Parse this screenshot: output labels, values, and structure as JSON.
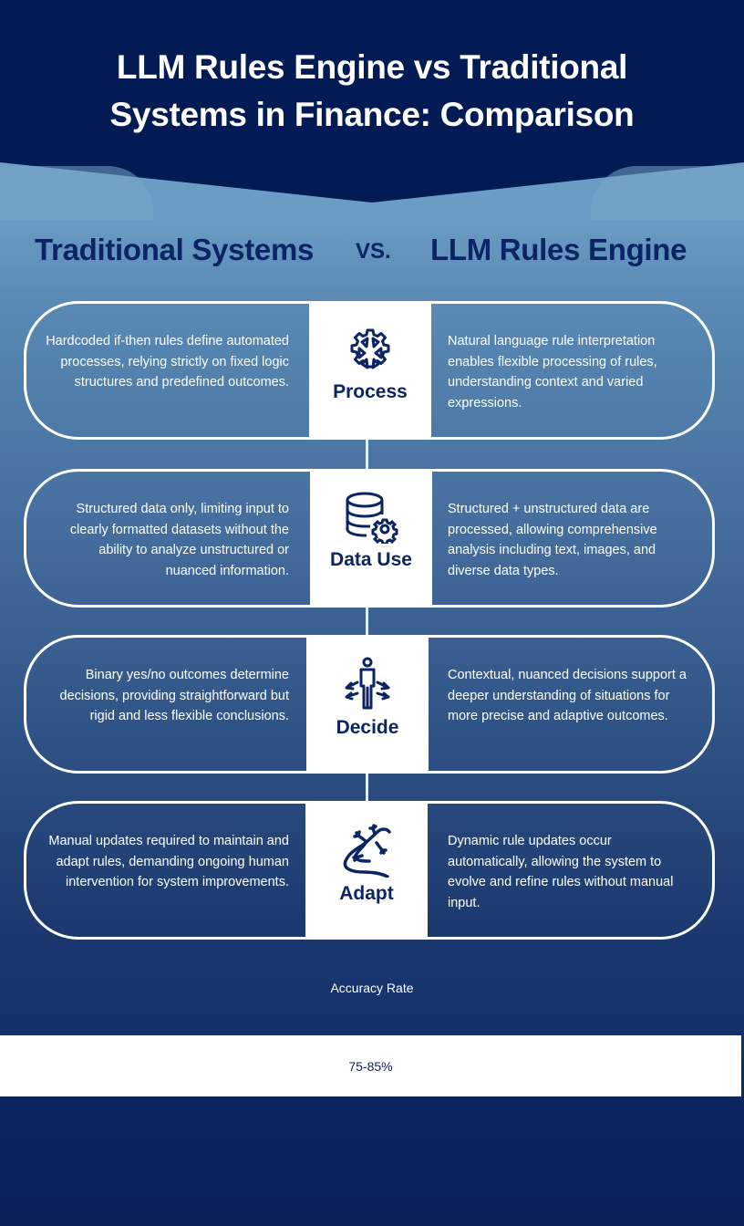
{
  "header": {
    "title_line1": "LLM Rules Engine vs Traditional",
    "title_line2": "Systems in Finance: Comparison"
  },
  "columns": {
    "left": "Traditional Systems",
    "vs": "VS.",
    "right": "LLM Rules Engine"
  },
  "rows": [
    {
      "label": "Process",
      "icon": "gear-icon",
      "traditional": "Hardcoded if-then rules define automated processes, relying strictly on fixed logic structures and predefined outcomes.",
      "llm": "Natural language rule interpretation enables flexible processing of rules, understanding context and varied expressions."
    },
    {
      "label": "Data Use",
      "icon": "database-gear-icon",
      "traditional": "Structured data only, limiting input to clearly formatted datasets without the ability to analyze unstructured or nuanced information.",
      "llm": "Structured + unstructured data are processed, allowing comprehensive analysis including text, images, and diverse data types."
    },
    {
      "label": "Decide",
      "icon": "person-arrows-icon",
      "traditional": "Binary yes/no outcomes determine decisions, providing straightforward but rigid and less flexible conclusions.",
      "llm": "Contextual, nuanced decisions support a deeper understanding of situations for more precise and adaptive outcomes."
    },
    {
      "label": "Adapt",
      "icon": "lizard-icon",
      "traditional": "Manual updates required to maintain and adapt rules, demanding ongoing human intervention for system improvements.",
      "llm": "Dynamic rule updates occur automatically, allowing the system to evolve and refine rules without manual input."
    }
  ],
  "accuracy": {
    "label": "Accuracy Rate",
    "value": "75-85%"
  },
  "colors": {
    "navy": "#021b55",
    "heading_navy": "#0b2464",
    "light_blue": "#6b9dc4",
    "white": "#ffffff"
  }
}
